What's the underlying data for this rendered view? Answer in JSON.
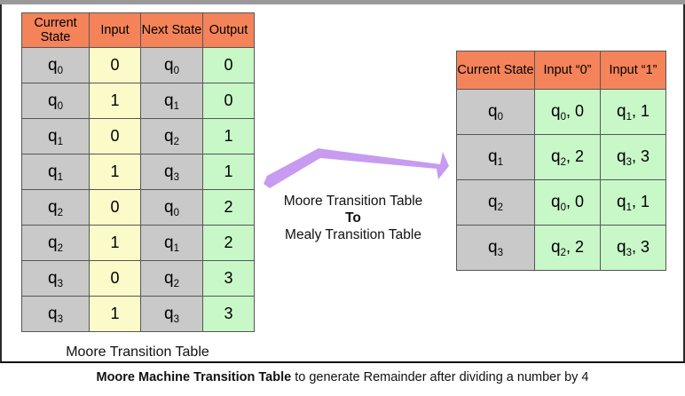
{
  "figure": {
    "caption_bold": "Moore Machine Transition Table",
    "caption_rest": " to generate Remainder after dividing a number by 4"
  },
  "moore": {
    "label": "Moore Transition Table",
    "headers": [
      "Current State",
      "Input",
      "Next State",
      "Output"
    ],
    "rows": [
      {
        "state": "q",
        "state_sub": "0",
        "input": "0",
        "next": "q",
        "next_sub": "0",
        "output": "0"
      },
      {
        "state": "q",
        "state_sub": "0",
        "input": "1",
        "next": "q",
        "next_sub": "1",
        "output": "0"
      },
      {
        "state": "q",
        "state_sub": "1",
        "input": "0",
        "next": "q",
        "next_sub": "2",
        "output": "1"
      },
      {
        "state": "q",
        "state_sub": "1",
        "input": "1",
        "next": "q",
        "next_sub": "3",
        "output": "1"
      },
      {
        "state": "q",
        "state_sub": "2",
        "input": "0",
        "next": "q",
        "next_sub": "0",
        "output": "2"
      },
      {
        "state": "q",
        "state_sub": "2",
        "input": "1",
        "next": "q",
        "next_sub": "1",
        "output": "2"
      },
      {
        "state": "q",
        "state_sub": "3",
        "input": "0",
        "next": "q",
        "next_sub": "2",
        "output": "3"
      },
      {
        "state": "q",
        "state_sub": "3",
        "input": "1",
        "next": "q",
        "next_sub": "3",
        "output": "3"
      }
    ]
  },
  "mealy": {
    "headers": [
      "Current State",
      "Input “0”",
      "Input “1”"
    ],
    "rows": [
      {
        "state": "q",
        "state_sub": "0",
        "in0": "q",
        "in0_sub": "0",
        "in0_out": ", 0",
        "in1": "q",
        "in1_sub": "1",
        "in1_out": ", 1"
      },
      {
        "state": "q",
        "state_sub": "1",
        "in0": "q",
        "in0_sub": "2",
        "in0_out": ", 2",
        "in1": "q",
        "in1_sub": "3",
        "in1_out": ", 3"
      },
      {
        "state": "q",
        "state_sub": "2",
        "in0": "q",
        "in0_sub": "0",
        "in0_out": ", 0",
        "in1": "q",
        "in1_sub": "1",
        "in1_out": ", 1"
      },
      {
        "state": "q",
        "state_sub": "3",
        "in0": "q",
        "in0_sub": "2",
        "in0_out": ", 2",
        "in1": "q",
        "in1_sub": "3",
        "in1_out": ", 3"
      }
    ]
  },
  "transform": {
    "line1": "Moore Transition Table",
    "line2": "To",
    "line3": "Mealy Transition Table",
    "arrow_color": "#c79bf0"
  },
  "colors": {
    "header_orange": "#f4835a",
    "state_gray": "#c9c9c9",
    "input_yellow": "#fbfbca",
    "output_green": "#c8f7c8",
    "arrow_purple": "#c79bf0",
    "border_gray": "#565656",
    "topbar_gray": "#9a9a9a"
  }
}
